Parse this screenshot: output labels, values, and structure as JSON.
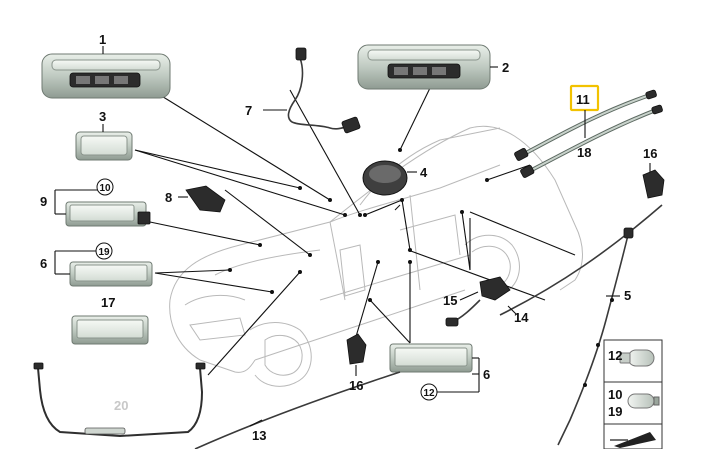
{
  "diagram": {
    "callouts": [
      {
        "id": "c1",
        "label": "1"
      },
      {
        "id": "c2",
        "label": "2"
      },
      {
        "id": "c3",
        "label": "3"
      },
      {
        "id": "c4",
        "label": "4"
      },
      {
        "id": "c5",
        "label": "5"
      },
      {
        "id": "c6a",
        "label": "6"
      },
      {
        "id": "c6b",
        "label": "6"
      },
      {
        "id": "c7",
        "label": "7"
      },
      {
        "id": "c8",
        "label": "8"
      },
      {
        "id": "c9",
        "label": "9"
      },
      {
        "id": "c10",
        "label": "10"
      },
      {
        "id": "c11",
        "label": "11"
      },
      {
        "id": "c12",
        "label": "12"
      },
      {
        "id": "c13",
        "label": "13"
      },
      {
        "id": "c14",
        "label": "14"
      },
      {
        "id": "c15",
        "label": "15"
      },
      {
        "id": "c16a",
        "label": "16"
      },
      {
        "id": "c16b",
        "label": "16"
      },
      {
        "id": "c17",
        "label": "17"
      },
      {
        "id": "c18",
        "label": "18"
      },
      {
        "id": "c19",
        "label": "19"
      },
      {
        "id": "c20",
        "label": "20"
      }
    ],
    "legend": {
      "bulb_a_label": "12",
      "bulb_b_label_top": "10",
      "bulb_b_label_bottom": "19"
    },
    "highlight_color": "#f2c200"
  }
}
